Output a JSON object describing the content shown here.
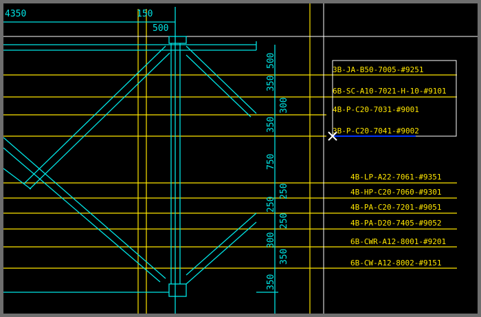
{
  "colors": {
    "background": "#000000",
    "structure": "#00e5e5",
    "gridline": "#ffe600",
    "crosshair": "#ffffff",
    "highlight": "#0033ff"
  },
  "dimensions": {
    "top": [
      "4350",
      "150",
      "500"
    ],
    "vertical_left": [
      "500",
      "350",
      "350",
      "750",
      "250",
      "300",
      "350"
    ],
    "vertical_right": [
      "300",
      "250",
      "250",
      "350"
    ]
  },
  "labels_boxed": [
    "3B-JA-B50-7005-#9251",
    "6B-SC-A10-7021-H-10-#9101",
    "4B-P-C20-7031-#9001",
    "3B-P-C20-7041-#9002"
  ],
  "labels": [
    "4B-LP-A22-7061-#9351",
    "4B-HP-C20-7060-#9301",
    "4B-PA-C20-7201-#9051",
    "4B-PA-D20-7405-#9052",
    "6B-CWR-A12-8001-#9201",
    "6B-CW-A12-8002-#9151"
  ],
  "cursor_icon": "crosshair-cursor"
}
